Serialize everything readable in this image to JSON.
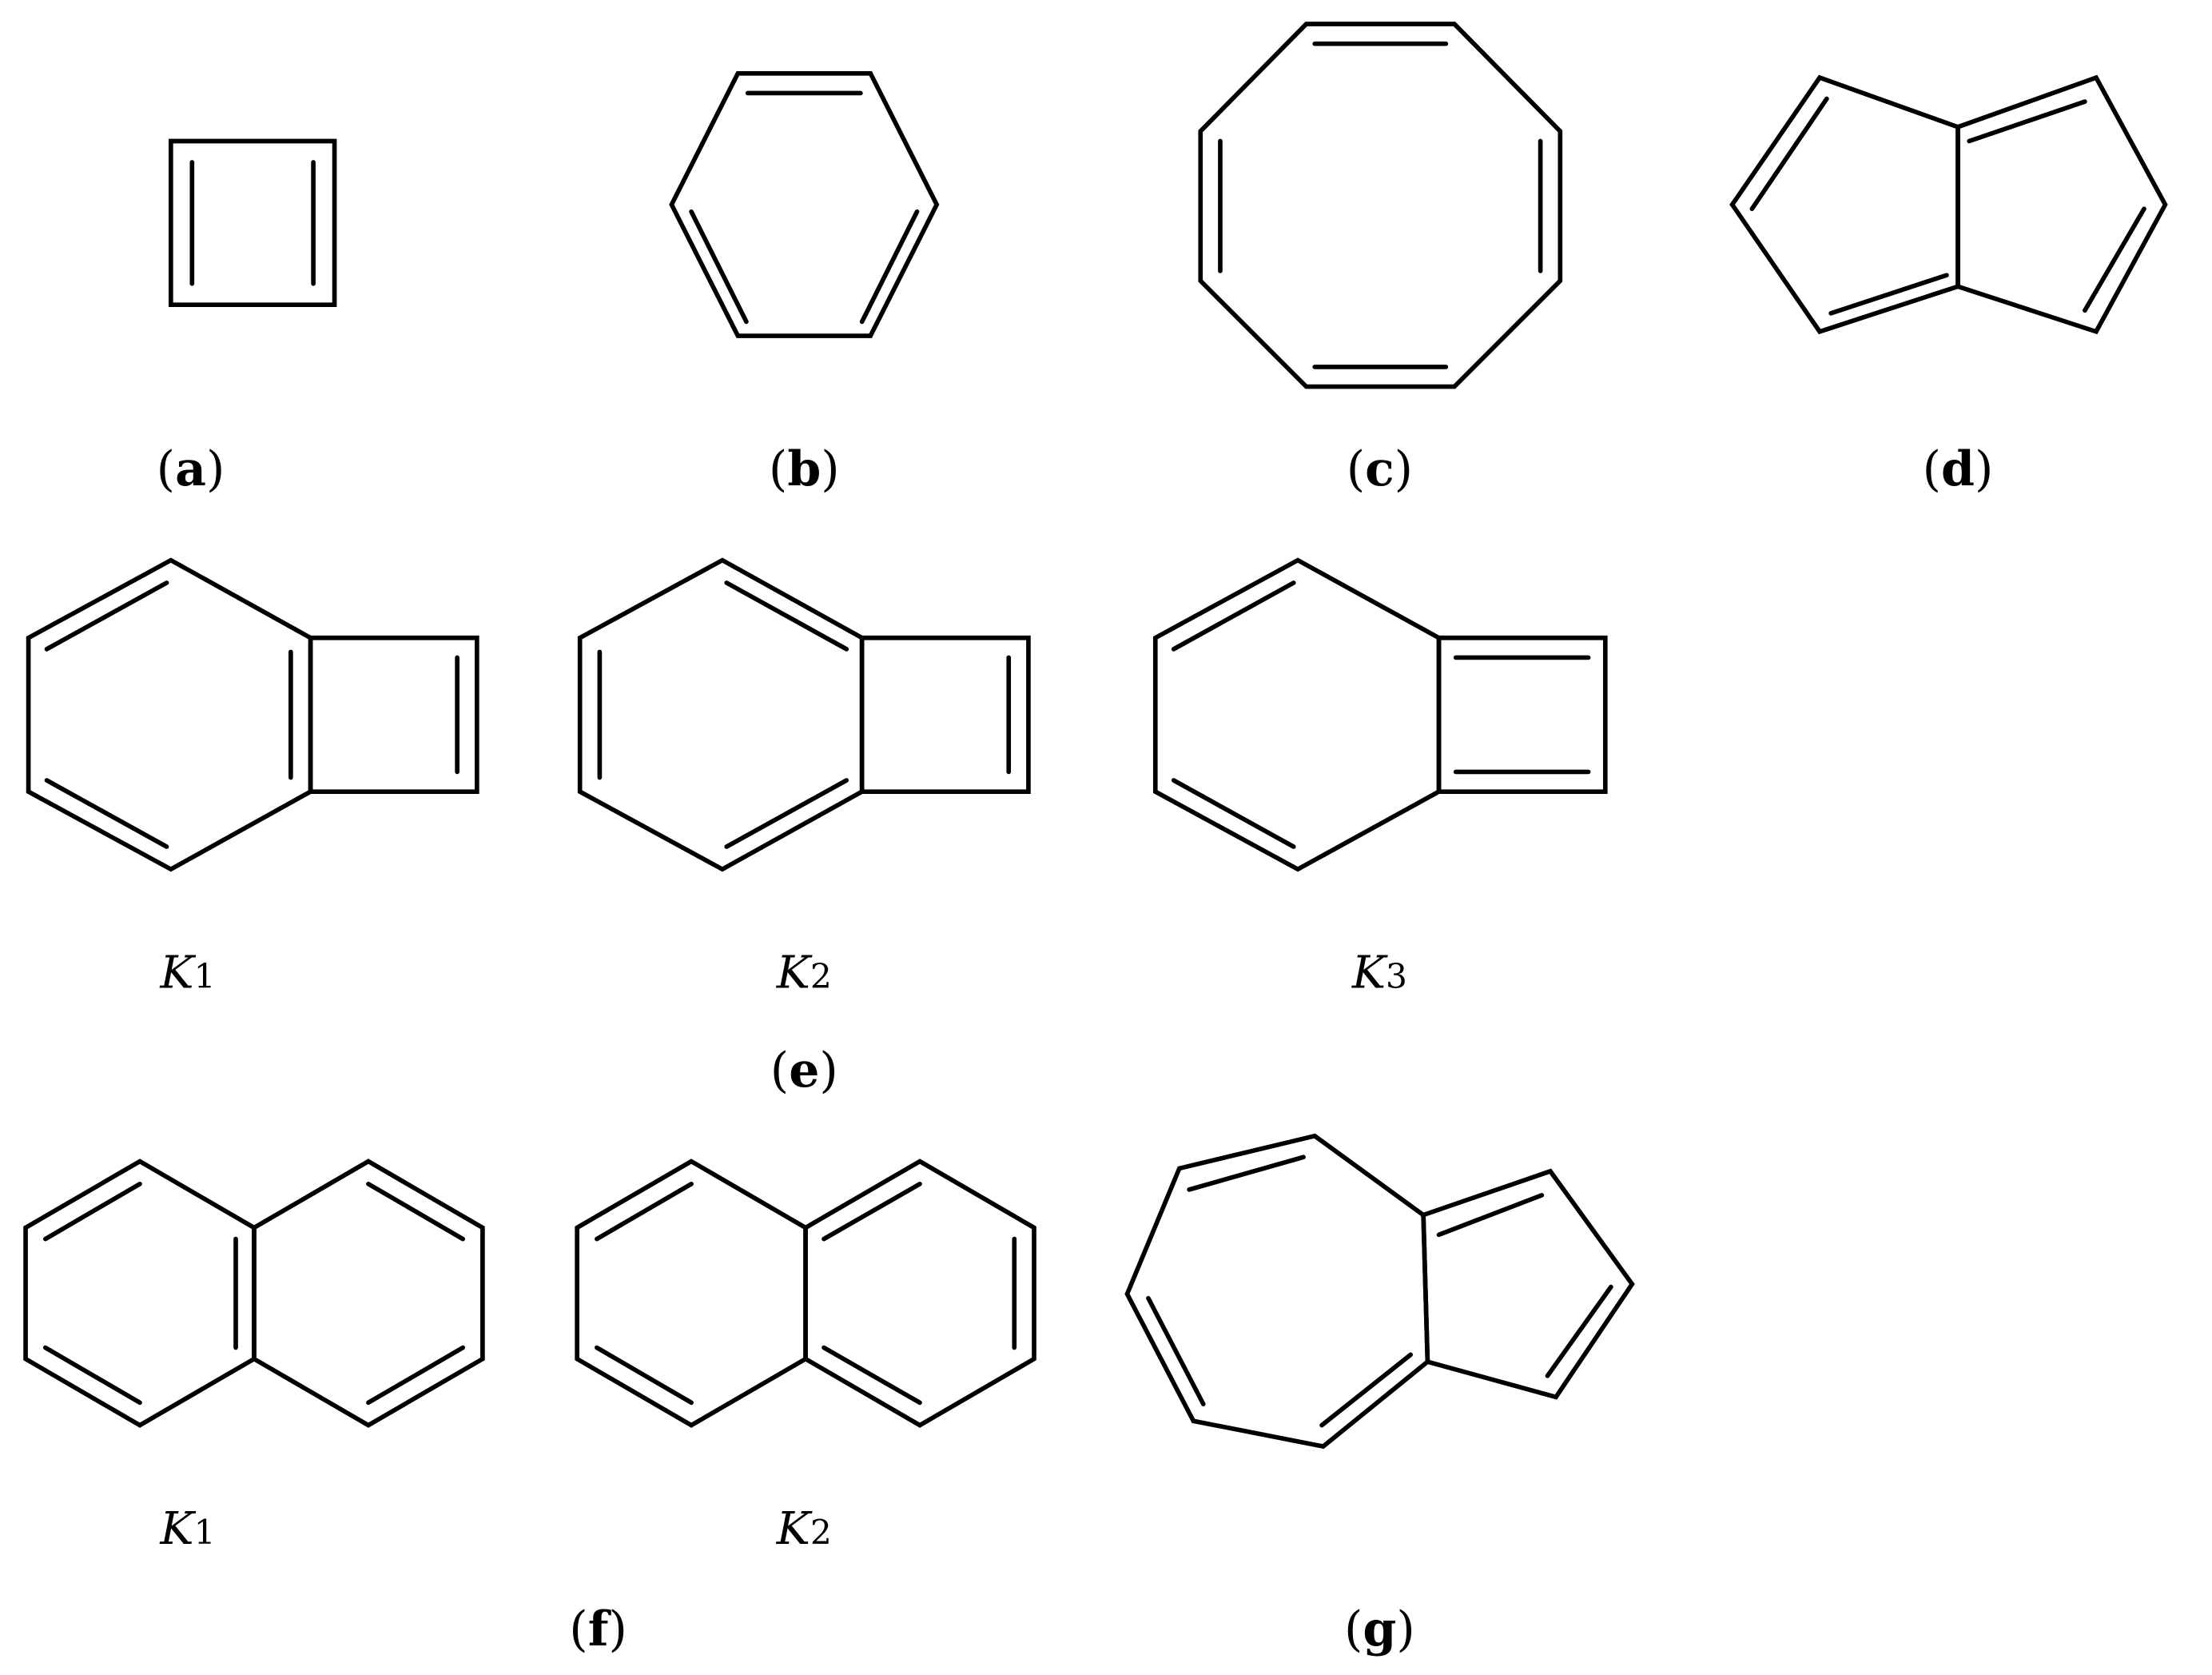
{
  "figure": {
    "description": "Chemical structure diagrams of cyclic conjugated hydrocarbons",
    "stroke_color": "#000000",
    "background": "#ffffff"
  },
  "panels": {
    "a": {
      "label_open": "(",
      "letter": "a",
      "label_close": ")",
      "structure": "cyclobutadiene"
    },
    "b": {
      "label_open": "(",
      "letter": "b",
      "label_close": ")",
      "structure": "benzene"
    },
    "c": {
      "label_open": "(",
      "letter": "c",
      "label_close": ")",
      "structure": "cyclooctatetraene"
    },
    "d": {
      "label_open": "(",
      "letter": "d",
      "label_close": ")",
      "structure": "pentalene"
    },
    "e": {
      "label_open": "(",
      "letter": "e",
      "label_close": ")",
      "structure": "benzocyclobutadiene",
      "kekule": [
        {
          "k": "K",
          "sub": "1"
        },
        {
          "k": "K",
          "sub": "2"
        },
        {
          "k": "K",
          "sub": "3"
        }
      ]
    },
    "f": {
      "label_open": "(",
      "letter": "f",
      "label_close": ")",
      "structure": "naphthalene",
      "kekule": [
        {
          "k": "K",
          "sub": "1"
        },
        {
          "k": "K",
          "sub": "2"
        }
      ]
    },
    "g": {
      "label_open": "(",
      "letter": "g",
      "label_close": ")",
      "structure": "azulene"
    }
  }
}
